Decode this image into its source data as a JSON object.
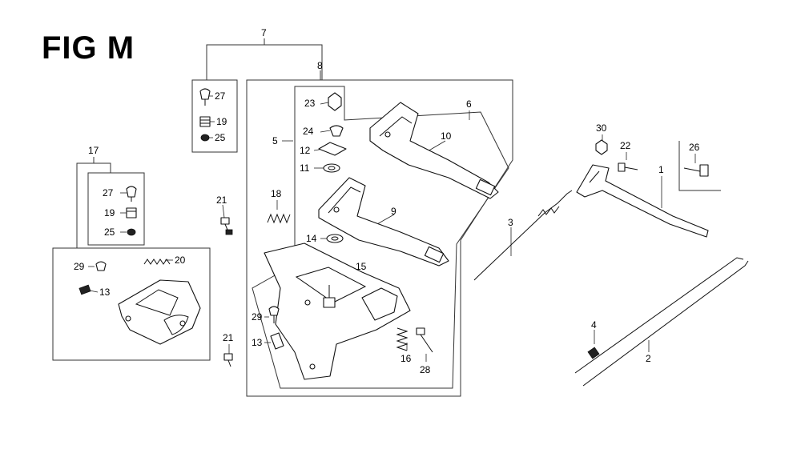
{
  "figure": {
    "title": "FIG M"
  },
  "callouts": [
    {
      "id": "c7",
      "label": "7"
    },
    {
      "id": "c8",
      "label": "8"
    },
    {
      "id": "c27a",
      "label": "27"
    },
    {
      "id": "c19a",
      "label": "19"
    },
    {
      "id": "c25a",
      "label": "25"
    },
    {
      "id": "c23",
      "label": "23"
    },
    {
      "id": "c6",
      "label": "6"
    },
    {
      "id": "c5",
      "label": "5"
    },
    {
      "id": "c24",
      "label": "24"
    },
    {
      "id": "c12",
      "label": "12"
    },
    {
      "id": "c10",
      "label": "10"
    },
    {
      "id": "c11",
      "label": "11"
    },
    {
      "id": "c17",
      "label": "17"
    },
    {
      "id": "c27b",
      "label": "27"
    },
    {
      "id": "c19b",
      "label": "19"
    },
    {
      "id": "c25b",
      "label": "25"
    },
    {
      "id": "c21a",
      "label": "21"
    },
    {
      "id": "c18",
      "label": "18"
    },
    {
      "id": "c9",
      "label": "9"
    },
    {
      "id": "c14",
      "label": "14"
    },
    {
      "id": "c3",
      "label": "3"
    },
    {
      "id": "c30",
      "label": "30"
    },
    {
      "id": "c22",
      "label": "22"
    },
    {
      "id": "c26",
      "label": "26"
    },
    {
      "id": "c1",
      "label": "1"
    },
    {
      "id": "c29a",
      "label": "29"
    },
    {
      "id": "c20",
      "label": "20"
    },
    {
      "id": "c13a",
      "label": "13"
    },
    {
      "id": "c15",
      "label": "15"
    },
    {
      "id": "c29b",
      "label": "29"
    },
    {
      "id": "c13b",
      "label": "13"
    },
    {
      "id": "c21b",
      "label": "21"
    },
    {
      "id": "c16",
      "label": "16"
    },
    {
      "id": "c28",
      "label": "28"
    },
    {
      "id": "c4",
      "label": "4"
    },
    {
      "id": "c2",
      "label": "2"
    }
  ]
}
